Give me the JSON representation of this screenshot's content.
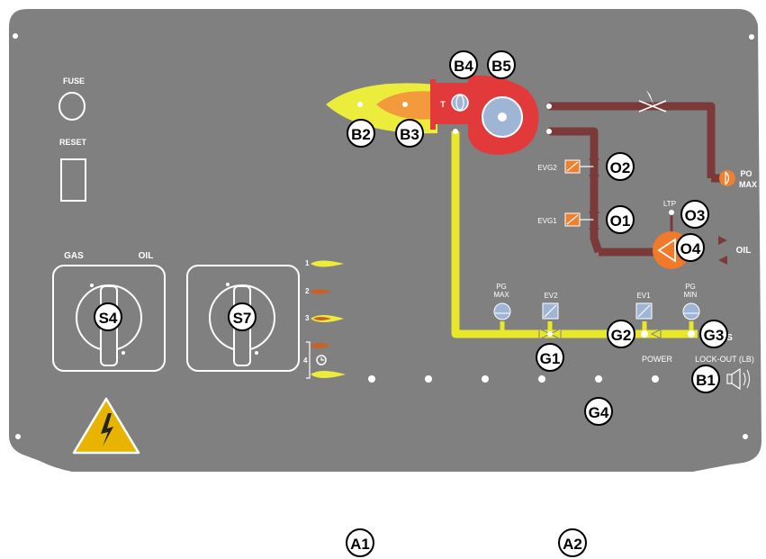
{
  "colors": {
    "panel": "#808080",
    "gas_line": "#e8e82a",
    "oil_line": "#7a3a3a",
    "burner_red": "#e23a3a",
    "flame_yellow": "#ecec3c",
    "flame_orange": "#f39a3c",
    "oil_pump": "#f07a2a",
    "valve_orange": "#f08030",
    "warning_yellow": "#e8b400"
  },
  "labels": {
    "fuse": "FUSE",
    "reset": "RESET",
    "gas": "GAS",
    "oil": "OIL",
    "pg_max": [
      "PG",
      "MAX"
    ],
    "pg_min": [
      "PG",
      "MIN"
    ],
    "ev1": "EV1",
    "ev2": "EV2",
    "evg1": "EVG1",
    "evg2": "EVG2",
    "ltp": "LTP",
    "po_max": [
      "PO",
      "MAX"
    ],
    "oil_right": "OIL",
    "gas_right": "GAS",
    "power": "POWER",
    "lockout": "LOCK-OUT (LB)",
    "burner_t": "T",
    "stage_numbers": [
      "1",
      "2",
      "3",
      "4"
    ]
  },
  "callouts": {
    "B4": "B4",
    "B5": "B5",
    "B2": "B2",
    "B3": "B3",
    "O1": "O1",
    "O2": "O2",
    "O3": "O3",
    "O4": "O4",
    "S4": "S4",
    "S7": "S7",
    "G1": "G1",
    "G2": "G2",
    "G3": "G3",
    "G4": "G4",
    "B1": "B1",
    "A1": "A1",
    "A2": "A2"
  },
  "icons": [
    "warning-high-voltage-icon",
    "clock-icon",
    "horn-icon",
    "flame-icon",
    "fan-icon"
  ]
}
